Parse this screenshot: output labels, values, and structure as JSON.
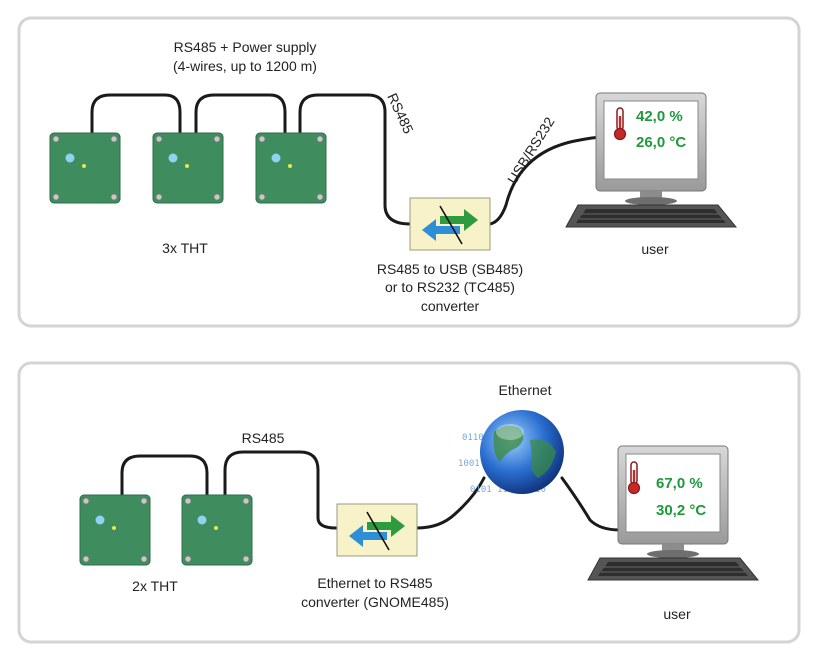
{
  "panel_top": {
    "cable_title_line1": "RS485 + Power supply",
    "cable_title_line2": "(4-wires, up to 1200 m)",
    "sensors_label": "3x  THT",
    "rs485_label": "RS485",
    "usb_label": "USB/RS232",
    "converter_line1": "RS485 to USB (SB485)",
    "converter_line2": "or to RS232 (TC485)",
    "converter_line3": "converter",
    "monitor_humidity": "42,0 %",
    "monitor_temperature": "26,0 °C",
    "user_label": "user"
  },
  "panel_bottom": {
    "rs485_label": "RS485",
    "sensors_label": "2x  THT",
    "ethernet_label": "Ethernet",
    "converter_line1": "Ethernet to RS485",
    "converter_line2": "converter (GNOME485)",
    "monitor_humidity": "67,0 %",
    "monitor_temperature": "30,2 °C",
    "user_label": "user"
  },
  "colors": {
    "panel_border": "#d4d4d4",
    "sensor_board": "#3f8d5f",
    "reading_text": "#1e9a3c",
    "converter_fill": "#f7f2c8",
    "arrow_green": "#2e9b3f",
    "arrow_blue": "#2f8fd6"
  }
}
